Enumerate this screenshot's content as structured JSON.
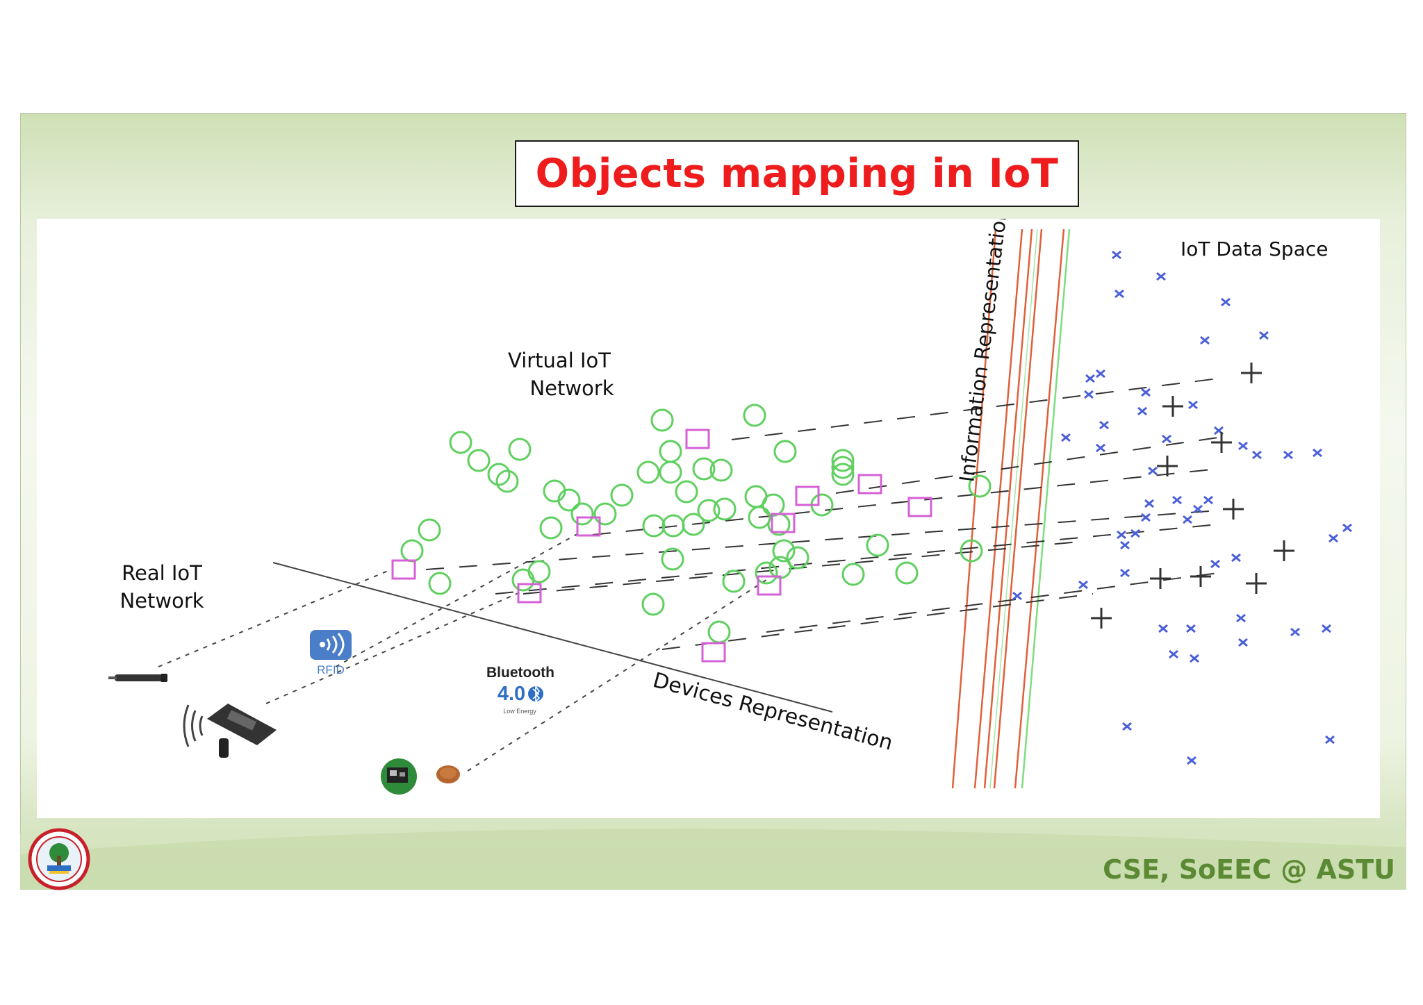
{
  "slide": {
    "title": "Objects mapping in IoT",
    "footer_credit": "CSE, SoEEC @ ASTU"
  },
  "diagram": {
    "labels": {
      "real_network": [
        "Real IoT",
        "Network"
      ],
      "virtual_network": [
        "Virtual IoT",
        "Network"
      ],
      "devices_representation": "Devices Representation",
      "information_representation": "Information Representation",
      "data_space": "IoT Data Space"
    },
    "device_badges": {
      "rfid": "RFID",
      "bluetooth_name": "Bluetooth",
      "bluetooth_version": "4.0",
      "bluetooth_sub": "Low Energy"
    }
  },
  "colors": {
    "title_red": "#ee1c1c",
    "footer_green": "#5c8a34",
    "virtual_circle": "#5fd05f",
    "virtual_square": "#d660d6",
    "data_cross": "#4a5fd8",
    "data_plus": "#333333",
    "info_line_red": "#e0603a",
    "info_line_green": "#7fdc7f"
  },
  "icons": [
    "pen-sensor-icon",
    "handheld-scanner-icon",
    "rfid-icon",
    "bluetooth-icon",
    "circuit-board-icon",
    "coin-icon",
    "university-seal-icon"
  ]
}
